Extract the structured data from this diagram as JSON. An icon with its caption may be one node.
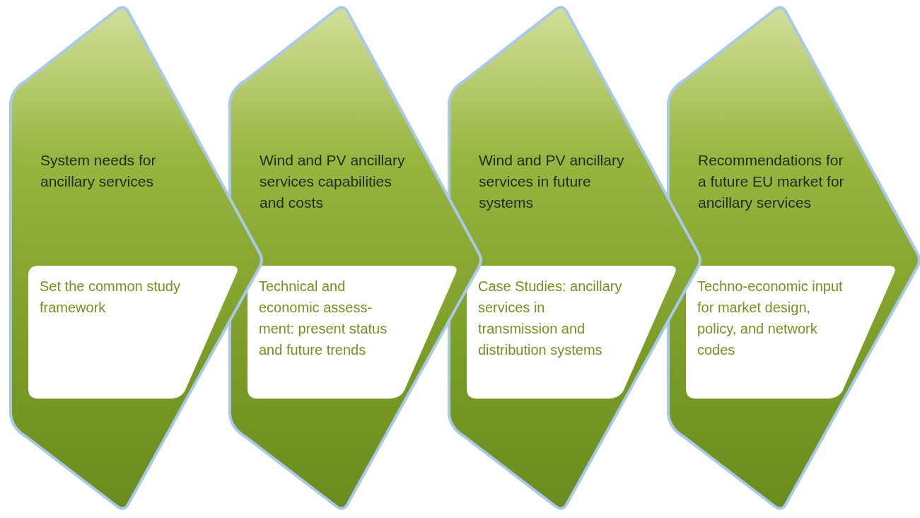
{
  "diagram": {
    "nodes": [
      {
        "text": [
          "System needs for ancillary services"
        ]
      },
      {
        "text": [
          "Set the common study framework"
        ],
        "in": 0
      },
      {
        "text": [
          "Wind and PV ancillary services capabilities and costs"
        ]
      },
      {
        "text": [
          "Technical and economic assess- ment: present status and future trends"
        ],
        "in": 2
      },
      {
        "text": [
          "Wind and PV ancillary services in future systems"
        ]
      },
      {
        "text": [
          "Case Studies: ancillary services in transmission and distribution systems"
        ],
        "in": 4
      },
      {
        "text": [
          "Recommendations for a future EU market for ancillary services"
        ]
      },
      {
        "text": [
          "Techno-economic input for market design, policy, and network codes"
        ],
        "in": 6
      }
    ]
  }
}
